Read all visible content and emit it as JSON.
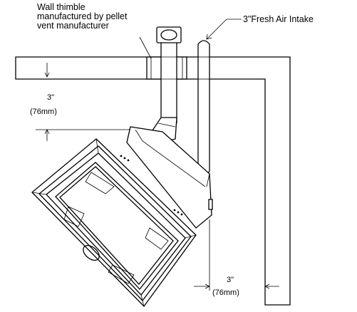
{
  "labels": {
    "thimble_line1": "Wall thimble",
    "thimble_line2": "manufactured by pellet",
    "thimble_line3": "vent manufacturer",
    "fresh_air": "3\"Fresh Air Intake"
  },
  "dimensions": {
    "back_clearance": {
      "value": "3\"",
      "metric": "(76mm)"
    },
    "side_clearance": {
      "value": "3\"",
      "metric": "(76mm)"
    }
  }
}
